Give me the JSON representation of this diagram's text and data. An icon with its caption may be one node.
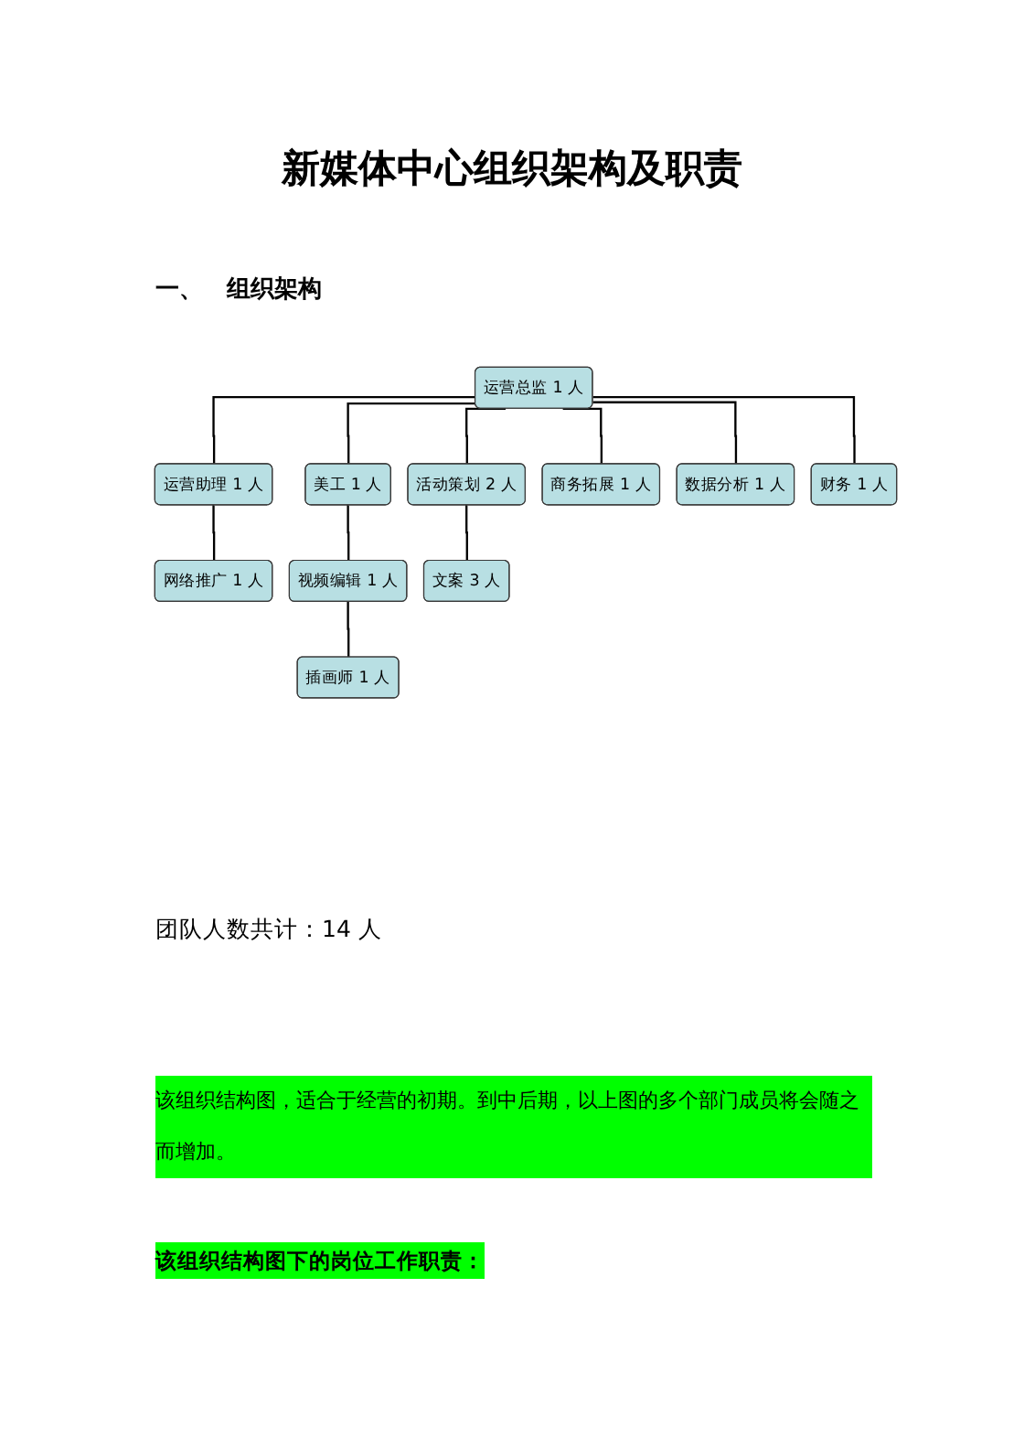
{
  "diagram": {
    "title": "新媒体中心组织架构及职责",
    "nodes": [
      {
        "text": [
          "运营总监 1 人"
        ]
      },
      {
        "text": [
          "运营助理 1 人"
        ]
      },
      {
        "text": [
          "活动策划 2 人"
        ]
      },
      {
        "text": [
          "美工 1 人"
        ]
      },
      {
        "text": [
          "商务拓展 1 人"
        ]
      },
      {
        "text": [
          "数据分析 1 人"
        ]
      },
      {
        "text": [
          "财务 1 人"
        ]
      },
      {
        "text": [
          "网络推广 1 人"
        ]
      },
      {
        "text": [
          "视频编辑 1 人"
        ]
      },
      {
        "text": [
          "文案 3 人"
        ]
      },
      {
        "text": [
          "插画师 1 人"
        ]
      }
    ],
    "edges": [
      {
        "from": 0,
        "to": 1,
        "arrow": "none"
      },
      {
        "from": 0,
        "to": 2,
        "arrow": "none"
      },
      {
        "from": 0,
        "to": 3,
        "arrow": "none"
      },
      {
        "from": 0,
        "to": 4,
        "arrow": "none"
      },
      {
        "from": 0,
        "to": 5,
        "arrow": "none"
      },
      {
        "from": 0,
        "to": 6,
        "arrow": "none"
      },
      {
        "from": 1,
        "to": 7,
        "arrow": "none"
      },
      {
        "from": 2,
        "to": 9,
        "arrow": "none"
      },
      {
        "from": 3,
        "to": 8,
        "arrow": "none"
      },
      {
        "from": 8,
        "to": 10,
        "arrow": "none"
      }
    ],
    "labels": [
      "一、",
      "组织架构",
      "团队人数共计：14 人",
      "该组织结构图，适合于经营的初期。到中后期，以上图的多个部门成员将会随之而增加。",
      "该组织结构图下的岗位工作职责："
    ]
  }
}
